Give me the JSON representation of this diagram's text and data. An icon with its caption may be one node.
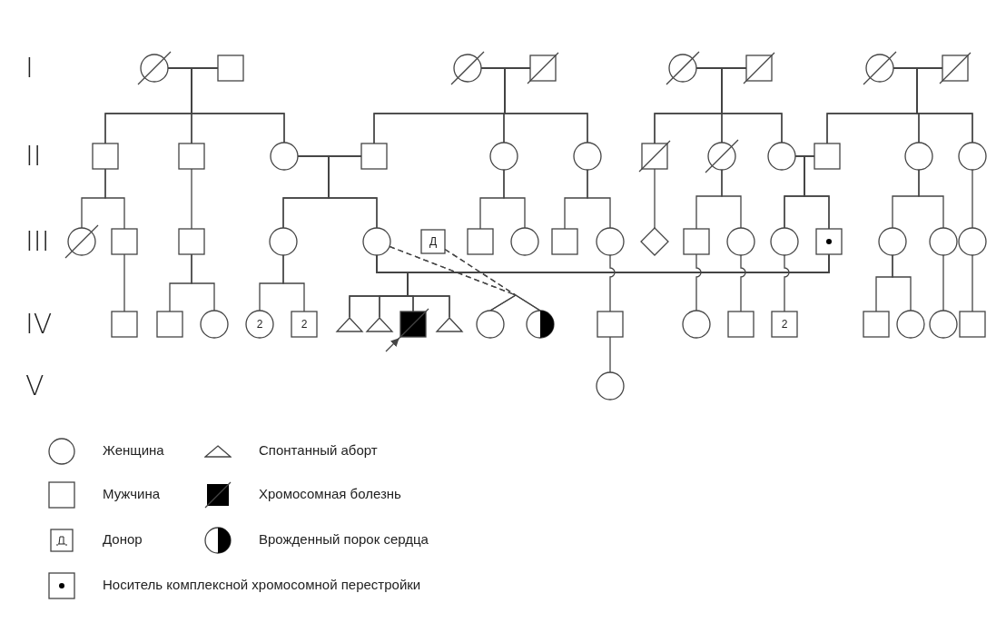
{
  "diagram": {
    "nodes": [
      {
        "text": [],
        "shape": "circle"
      },
      {
        "text": [],
        "shape": "box"
      },
      {
        "text": [],
        "shape": "circle"
      },
      {
        "text": [],
        "shape": "box"
      },
      {
        "text": [],
        "shape": "circle"
      },
      {
        "text": [],
        "shape": "box"
      },
      {
        "text": [],
        "shape": "circle"
      },
      {
        "text": [],
        "shape": "box"
      },
      {
        "text": [],
        "shape": "box"
      },
      {
        "text": [],
        "shape": "box"
      },
      {
        "text": [],
        "shape": "circle"
      },
      {
        "text": [],
        "shape": "box"
      },
      {
        "text": [],
        "shape": "circle"
      },
      {
        "text": [],
        "shape": "circle"
      },
      {
        "text": [],
        "shape": "box"
      },
      {
        "text": [],
        "shape": "circle"
      },
      {
        "text": [],
        "shape": "circle"
      },
      {
        "text": [],
        "shape": "box"
      },
      {
        "text": [],
        "shape": "circle"
      },
      {
        "text": [],
        "shape": "circle"
      },
      {
        "text": [],
        "shape": "circle"
      },
      {
        "text": [],
        "shape": "box"
      },
      {
        "text": [],
        "shape": "box"
      },
      {
        "text": [],
        "shape": "circle"
      },
      {
        "text": [],
        "shape": "circle"
      },
      {
        "text": [
          "Д"
        ]
      },
      {
        "text": [],
        "shape": "box"
      },
      {
        "text": [],
        "shape": "circle"
      },
      {
        "text": [],
        "shape": "box"
      },
      {
        "text": [],
        "shape": "circle"
      },
      {
        "text": [],
        "shape": "diamond"
      },
      {
        "text": [],
        "shape": "box"
      },
      {
        "text": [],
        "shape": "circle"
      },
      {
        "text": [],
        "shape": "circle"
      },
      {
        "text": [],
        "shape": "box"
      },
      {
        "text": [],
        "shape": "circle"
      },
      {
        "text": [],
        "shape": "circle"
      },
      {
        "text": [],
        "shape": "circle"
      },
      {
        "text": [],
        "shape": "box"
      },
      {
        "text": [],
        "shape": "box"
      },
      {
        "text": [],
        "shape": "circle"
      },
      {
        "text": [
          "2"
        ]
      },
      {
        "text": [
          "2"
        ]
      },
      {
        "text": [],
        "shape": "triangle"
      },
      {
        "text": [],
        "shape": "triangle"
      },
      {
        "text": [],
        "shape": "box"
      },
      {
        "text": [],
        "shape": "triangle"
      },
      {
        "text": [],
        "shape": "circle"
      },
      {
        "text": [],
        "shape": "circle"
      },
      {
        "text": [],
        "shape": "box"
      },
      {
        "text": [],
        "shape": "circle"
      },
      {
        "text": [],
        "shape": "circle"
      },
      {
        "text": [],
        "shape": "box"
      },
      {
        "text": [
          "2"
        ]
      },
      {
        "text": [],
        "shape": "box"
      },
      {
        "text": [],
        "shape": "circle"
      },
      {
        "text": [],
        "shape": "circle"
      },
      {
        "text": [],
        "shape": "box"
      }
    ],
    "edges": [
      {
        "from": 0,
        "to": 1,
        "arrow": "none"
      },
      {
        "from": 2,
        "to": 3,
        "arrow": "none"
      },
      {
        "from": 4,
        "to": 5,
        "arrow": "none"
      },
      {
        "from": 6,
        "to": 7,
        "arrow": "none"
      },
      {
        "from": 0,
        "to": 8,
        "arrow": "none"
      },
      {
        "from": 1,
        "to": 8,
        "arrow": "none"
      },
      {
        "from": 0,
        "to": 9,
        "arrow": "none"
      },
      {
        "from": 1,
        "to": 9,
        "arrow": "none"
      },
      {
        "from": 0,
        "to": 10,
        "arrow": "none"
      },
      {
        "from": 1,
        "to": 10,
        "arrow": "none"
      },
      {
        "from": 2,
        "to": 11,
        "arrow": "none"
      },
      {
        "from": 3,
        "to": 11,
        "arrow": "none"
      },
      {
        "from": 2,
        "to": 12,
        "arrow": "none"
      },
      {
        "from": 3,
        "to": 12,
        "arrow": "none"
      },
      {
        "from": 2,
        "to": 13,
        "arrow": "none"
      },
      {
        "from": 3,
        "to": 13,
        "arrow": "none"
      },
      {
        "from": 4,
        "to": 14,
        "arrow": "none"
      },
      {
        "from": 5,
        "to": 14,
        "arrow": "none"
      },
      {
        "from": 4,
        "to": 15,
        "arrow": "none"
      },
      {
        "from": 5,
        "to": 15,
        "arrow": "none"
      },
      {
        "from": 4,
        "to": 16,
        "arrow": "none"
      },
      {
        "from": 5,
        "to": 16,
        "arrow": "none"
      },
      {
        "from": 6,
        "to": 17,
        "arrow": "none"
      },
      {
        "from": 7,
        "to": 17,
        "arrow": "none"
      },
      {
        "from": 6,
        "to": 18,
        "arrow": "none"
      },
      {
        "from": 7,
        "to": 18,
        "arrow": "none"
      },
      {
        "from": 6,
        "to": 19,
        "arrow": "none"
      },
      {
        "from": 7,
        "to": 19,
        "arrow": "none"
      },
      {
        "from": 10,
        "to": 11,
        "arrow": "none"
      },
      {
        "from": 16,
        "to": 17,
        "arrow": "none"
      },
      {
        "from": 8,
        "to": 20,
        "arrow": "none"
      },
      {
        "from": 8,
        "to": 21,
        "arrow": "none"
      },
      {
        "from": 9,
        "to": 22,
        "arrow": "none"
      },
      {
        "from": 10,
        "to": 23,
        "arrow": "none"
      },
      {
        "from": 11,
        "to": 23,
        "arrow": "none"
      },
      {
        "from": 10,
        "to": 24,
        "arrow": "none"
      },
      {
        "from": 11,
        "to": 24,
        "arrow": "none"
      },
      {
        "from": 12,
        "to": 26,
        "arrow": "none"
      },
      {
        "from": 12,
        "to": 27,
        "arrow": "none"
      },
      {
        "from": 13,
        "to": 28,
        "arrow": "none"
      },
      {
        "from": 13,
        "to": 29,
        "arrow": "none"
      },
      {
        "from": 14,
        "to": 30,
        "arrow": "none"
      },
      {
        "from": 15,
        "to": 31,
        "arrow": "none"
      },
      {
        "from": 15,
        "to": 32,
        "arrow": "none"
      },
      {
        "from": 16,
        "to": 33,
        "arrow": "none"
      },
      {
        "from": 17,
        "to": 33,
        "arrow": "none"
      },
      {
        "from": 16,
        "to": 34,
        "arrow": "none"
      },
      {
        "from": 17,
        "to": 34,
        "arrow": "none"
      },
      {
        "from": 18,
        "to": 35,
        "arrow": "none"
      },
      {
        "from": 18,
        "to": 36,
        "arrow": "none"
      },
      {
        "from": 19,
        "to": 37,
        "arrow": "none"
      },
      {
        "from": 24,
        "to": 34,
        "arrow": "none"
      },
      {
        "from": 21,
        "to": 38,
        "arrow": "none"
      },
      {
        "from": 22,
        "to": 39,
        "arrow": "none"
      },
      {
        "from": 22,
        "to": 40,
        "arrow": "none"
      },
      {
        "from": 23,
        "to": 41,
        "arrow": "none"
      },
      {
        "from": 23,
        "to": 42,
        "arrow": "none"
      },
      {
        "from": 24,
        "to": 43,
        "arrow": "none"
      },
      {
        "from": 34,
        "to": 43,
        "arrow": "none"
      },
      {
        "from": 24,
        "to": 44,
        "arrow": "none"
      },
      {
        "from": 34,
        "to": 44,
        "arrow": "none"
      },
      {
        "from": 24,
        "to": 45,
        "arrow": "none"
      },
      {
        "from": 34,
        "to": 45,
        "arrow": "none"
      },
      {
        "from": 24,
        "to": 46,
        "arrow": "none"
      },
      {
        "from": 34,
        "to": 46,
        "arrow": "none"
      },
      {
        "from": 24,
        "to": 47,
        "arrow": "none",
        "style": "dashed"
      },
      {
        "from": 24,
        "to": 48,
        "arrow": "none",
        "style": "dashed"
      },
      {
        "from": 25,
        "to": 47,
        "arrow": "none",
        "style": "dashed"
      },
      {
        "from": 25,
        "to": 48,
        "arrow": "none",
        "style": "dashed"
      },
      {
        "from": 29,
        "to": 49,
        "arrow": "none"
      },
      {
        "from": 49,
        "to": 50,
        "arrow": "none"
      },
      {
        "from": 31,
        "to": 51,
        "arrow": "none"
      },
      {
        "from": 32,
        "to": 52,
        "arrow": "none"
      },
      {
        "from": 33,
        "to": 53,
        "arrow": "none"
      },
      {
        "from": 35,
        "to": 54,
        "arrow": "none"
      },
      {
        "from": 35,
        "to": 55,
        "arrow": "none"
      },
      {
        "from": 36,
        "to": 56,
        "arrow": "none"
      },
      {
        "from": 37,
        "to": 57,
        "arrow": "none"
      },
      {
        "from": null,
        "to": 45,
        "arrow": "to"
      }
    ],
    "labels": [
      "I",
      "II",
      "III",
      "IV",
      "V"
    ],
    "legend": [
      {
        "text": "Женщина"
      },
      {
        "text": "Спонтанный аборт"
      },
      {
        "text": "Мужчина"
      },
      {
        "text": "Хромосомная болезнь"
      },
      {
        "text": "Донор"
      },
      {
        "text": "Врожденный порок сердца"
      },
      {
        "text": "Носитель комплексной хромосомной перестройки"
      }
    ]
  }
}
